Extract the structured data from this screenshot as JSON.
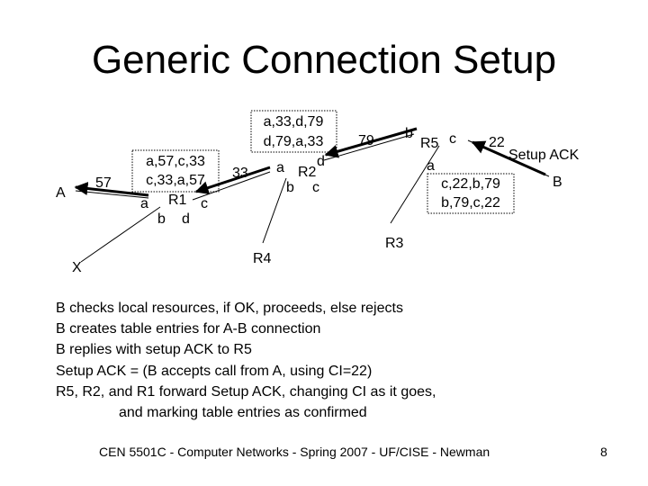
{
  "title": "Generic Connection Setup",
  "nodes": {
    "A": "A",
    "X": "X",
    "B": "B",
    "R1": "R1",
    "R2": "R2",
    "R3": "R3",
    "R4": "R4",
    "R5": "R5"
  },
  "ports": {
    "r1": {
      "a": "a",
      "b": "b",
      "c": "c",
      "d": "d"
    },
    "r2": {
      "a": "a",
      "b": "b",
      "c": "c",
      "d": "d"
    },
    "r5": {
      "a": "a",
      "b": "b",
      "c": "c"
    }
  },
  "link_labels": {
    "a_r1": "57",
    "r1_r2": "33",
    "r2_r5": "79",
    "r5_b": "22",
    "setup_ack": "Setup ACK"
  },
  "tables": {
    "r1": [
      "a,57,c,33",
      "c,33,a,57"
    ],
    "r2": [
      "a,33,d,79",
      "d,79,a,33"
    ],
    "r5": [
      "c,22,b,79",
      "b,79,c,22"
    ]
  },
  "notes": [
    "B checks local resources, if OK, proceeds, else rejects",
    "B creates table entries for A-B connection",
    "B replies with setup ACK to R5",
    "Setup ACK = (B accepts call from A, using CI=22)",
    "R5, R2, and R1 forward Setup ACK, changing CI as it goes,",
    "and marking table entries as confirmed"
  ],
  "footer": "CEN 5501C - Computer Networks - Spring 2007 - UF/CISE - Newman",
  "page_number": "8"
}
